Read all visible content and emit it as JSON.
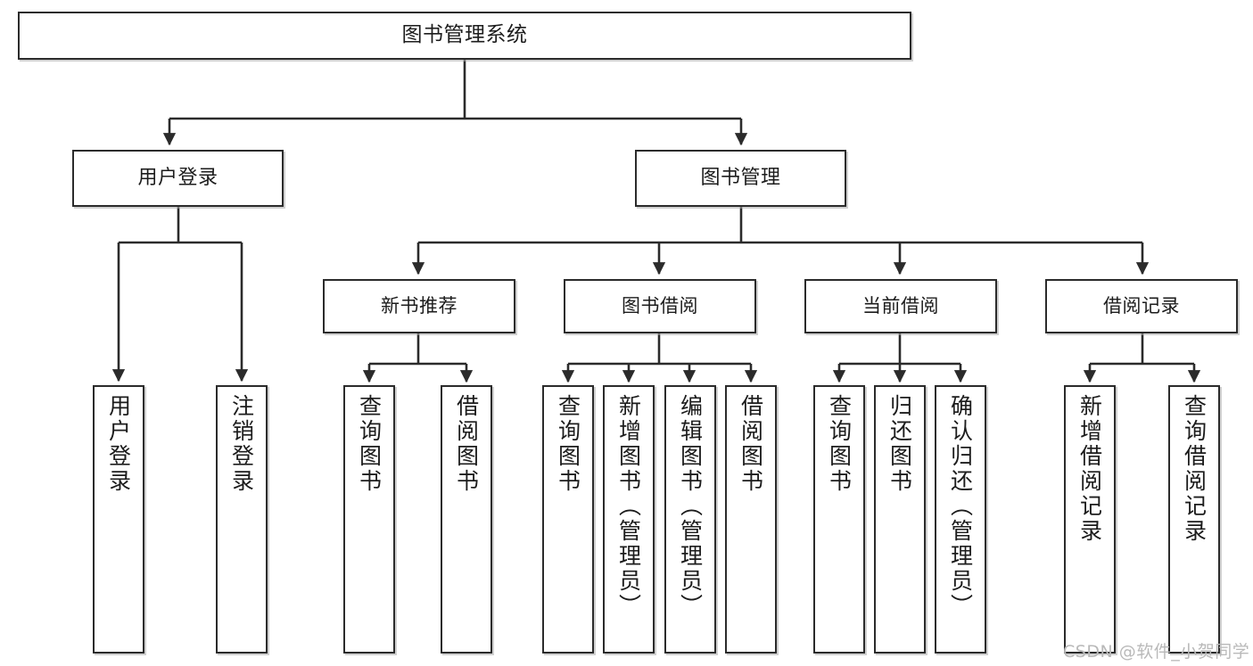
{
  "diagram": {
    "type": "tree-hierarchy",
    "title": "图书管理系统",
    "root": {
      "label": "图书管理系统"
    },
    "level2": [
      {
        "id": "user-login",
        "label": "用户登录"
      },
      {
        "id": "book-manage",
        "label": "图书管理"
      }
    ],
    "level3": [
      {
        "id": "new-book-recommend",
        "label": "新书推荐",
        "parent": "book-manage"
      },
      {
        "id": "book-borrow",
        "label": "图书借阅",
        "parent": "book-manage"
      },
      {
        "id": "current-borrow",
        "label": "当前借阅",
        "parent": "book-manage"
      },
      {
        "id": "borrow-record",
        "label": "借阅记录",
        "parent": "book-manage"
      }
    ],
    "leaves": [
      {
        "id": "leaf-user-login",
        "label": "用户登录",
        "parent": "user-login"
      },
      {
        "id": "leaf-user-logout",
        "label": "注销登录",
        "parent": "user-login"
      },
      {
        "id": "leaf-query-book-1",
        "label": "查询图书",
        "parent": "new-book-recommend"
      },
      {
        "id": "leaf-borrow-book-1",
        "label": "借阅图书",
        "parent": "new-book-recommend"
      },
      {
        "id": "leaf-query-book-2",
        "label": "查询图书",
        "parent": "book-borrow"
      },
      {
        "id": "leaf-add-book",
        "label": "新增图书（管理员）",
        "parent": "book-borrow"
      },
      {
        "id": "leaf-edit-book",
        "label": "编辑图书（管理员）",
        "parent": "book-borrow"
      },
      {
        "id": "leaf-borrow-book-2",
        "label": "借阅图书",
        "parent": "book-borrow"
      },
      {
        "id": "leaf-query-book-3",
        "label": "查询图书",
        "parent": "current-borrow"
      },
      {
        "id": "leaf-return-book",
        "label": "归还图书",
        "parent": "current-borrow"
      },
      {
        "id": "leaf-confirm-return",
        "label": "确认归还（管理员）",
        "parent": "current-borrow"
      },
      {
        "id": "leaf-add-record",
        "label": "新增借阅记录",
        "parent": "borrow-record"
      },
      {
        "id": "leaf-query-record",
        "label": "查询借阅记录",
        "parent": "borrow-record"
      }
    ],
    "watermark": "CSDN @软件_小贺同学",
    "colors": {
      "border": "#2b2b2b",
      "text": "#1c1c1c",
      "background": "#ffffff",
      "edge": "#2b2b2b",
      "watermark": "#b9b9b9"
    }
  }
}
